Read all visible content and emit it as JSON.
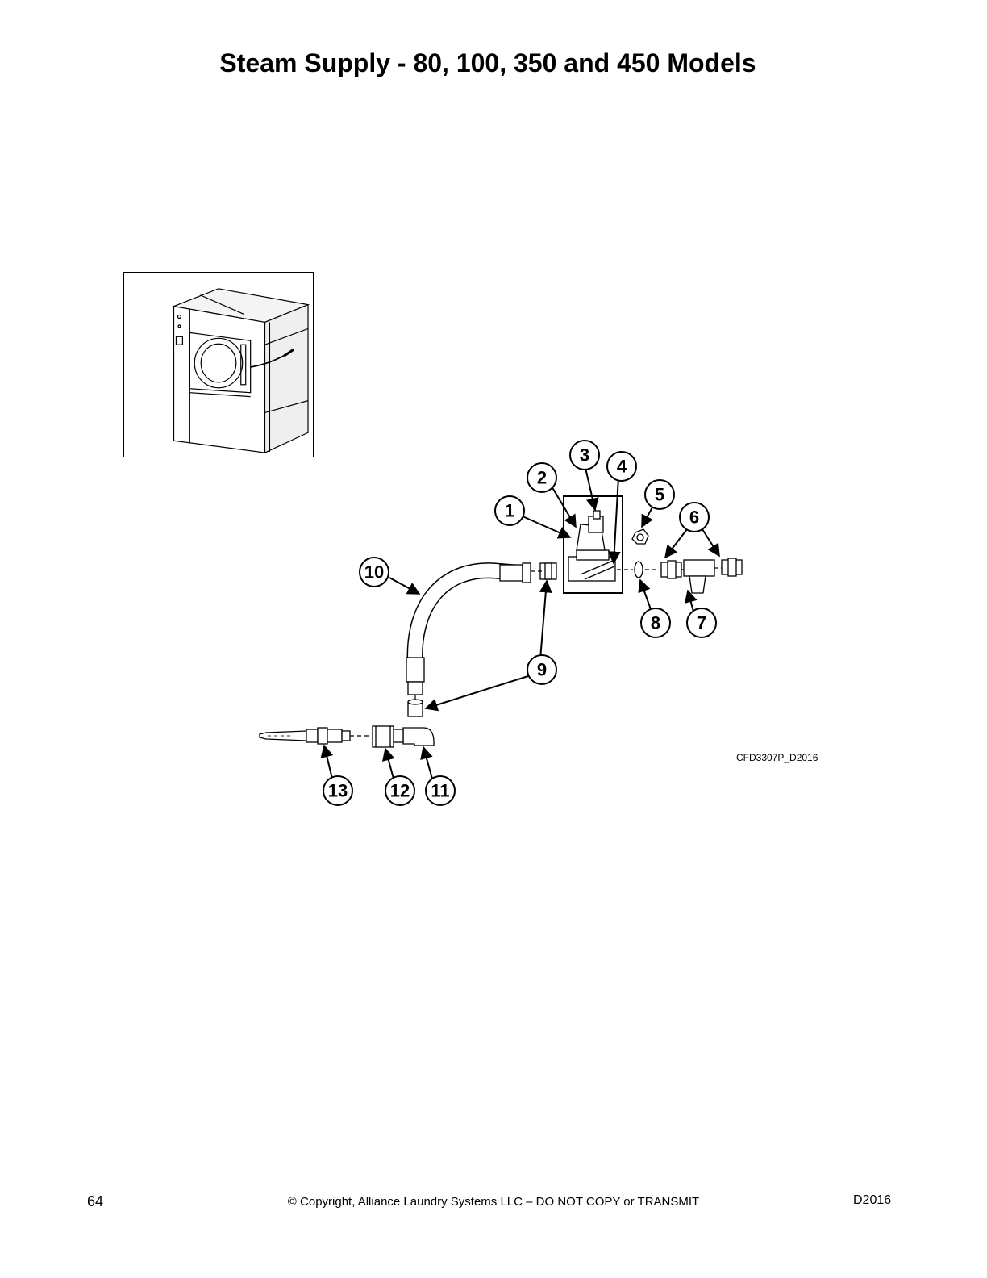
{
  "title": "Steam Supply - 80, 100, 350 and 450 Models",
  "figure_code": "CFD3307P_D2016",
  "callouts": [
    "1",
    "2",
    "3",
    "4",
    "5",
    "6",
    "7",
    "8",
    "9",
    "10",
    "11",
    "12",
    "13"
  ],
  "footer": {
    "page_number": "64",
    "copyright": "© Copyright, Alliance Laundry Systems LLC – DO NOT COPY or TRANSMIT",
    "doc_code": "D2016"
  }
}
